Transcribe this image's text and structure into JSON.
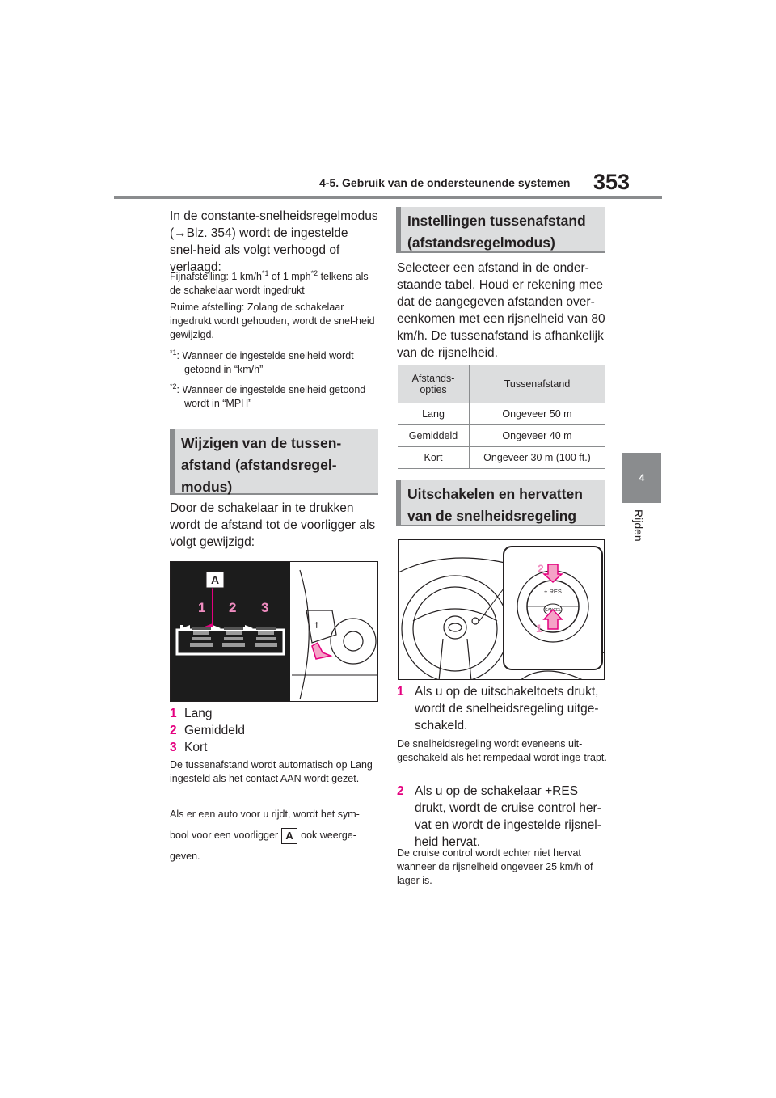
{
  "header": {
    "section_title": "4-5. Gebruik van de ondersteunende systemen",
    "page_number": "353"
  },
  "side_tab": {
    "chapter_number": "4",
    "chapter_label": "Rijden"
  },
  "left": {
    "intro": "In de constante-snelheidsregelmodus (→Blz. 354) wordt de ingestelde snel-heid als volgt verhoogd of verlaagd:",
    "fine_a": "Fijnafstelling: 1 km/h",
    "fine_sup1": "*1",
    "fine_b": " of 1 mph",
    "fine_sup2": "*2",
    "fine_c": " telkens als de schakelaar wordt ingedrukt",
    "coarse": "Ruime afstelling: Zolang de schakelaar ingedrukt wordt gehouden, wordt de snel-heid gewijzigd.",
    "note1_mark": "*1",
    "note1": ": Wanneer de ingestelde snelheid wordt getoond in “km/h”",
    "note2_mark": "*2",
    "note2": ": Wanneer de ingestelde snelheid getoond wordt in “MPH”",
    "section_title": "Wijzigen van de tussen-afstand (afstandsregel-modus)",
    "section_text": "Door de schakelaar in te drukken wordt de afstand tot de voorligger als volgt gewijzigd:",
    "figure": {
      "label_a": "A",
      "step1": "1",
      "step2": "2",
      "step3": "3"
    },
    "list": [
      {
        "num": "1",
        "text": "Lang"
      },
      {
        "num": "2",
        "text": "Gemiddeld"
      },
      {
        "num": "3",
        "text": "Kort"
      }
    ],
    "auto_text": "De tussenafstand wordt automatisch op Lang ingesteld als het contact AAN wordt gezet.",
    "symbol_text_a": "Als er een auto voor u rijdt, wordt het sym-bool voor een voorligger",
    "symbol_icon": "A",
    "symbol_text_b": "ook weerge-geven."
  },
  "right": {
    "section1_title": "Instellingen tussenafstand (afstandsregelmodus)",
    "section1_text": "Selecteer een afstand in de onder-staande tabel. Houd er rekening mee dat de aangegeven afstanden over-eenkomen met een rijsnelheid van 80 km/h. De tussenafstand is afhankelijk van de rijsnelheid.",
    "table": {
      "headers": [
        "Afstands-opties",
        "Tussenafstand"
      ],
      "rows": [
        [
          "Lang",
          "Ongeveer 50 m"
        ],
        [
          "Gemiddeld",
          "Ongeveer 40 m"
        ],
        [
          "Kort",
          "Ongeveer 30 m (100 ft.)"
        ]
      ]
    },
    "section2_title": "Uitschakelen en hervatten van de snelheidsregeling",
    "figure": {
      "res_label": "+ RES",
      "cancel_label": "CANCEL",
      "callout1": "1",
      "callout2": "2"
    },
    "item1_num": "1",
    "item1_text": "Als u op de uitschakeltoets drukt, wordt de snelheidsregeling uitge-schakeld.",
    "item1_note": "De snelheidsregeling wordt eveneens uit-geschakeld als het rempedaal wordt inge-trapt.",
    "item2_num": "2",
    "item2_text": "Als u op de schakelaar +RES drukt, wordt de cruise control her-vat en wordt de ingestelde rijsnel-heid hervat.",
    "item2_note": "De cruise control wordt echter niet hervat wanneer de rijsnelheid ongeveer 25 km/h of lager is."
  },
  "colors": {
    "accent_pink": "#e4007f",
    "section_bg": "#dcddde",
    "rule_gray": "#8a8c8e"
  }
}
